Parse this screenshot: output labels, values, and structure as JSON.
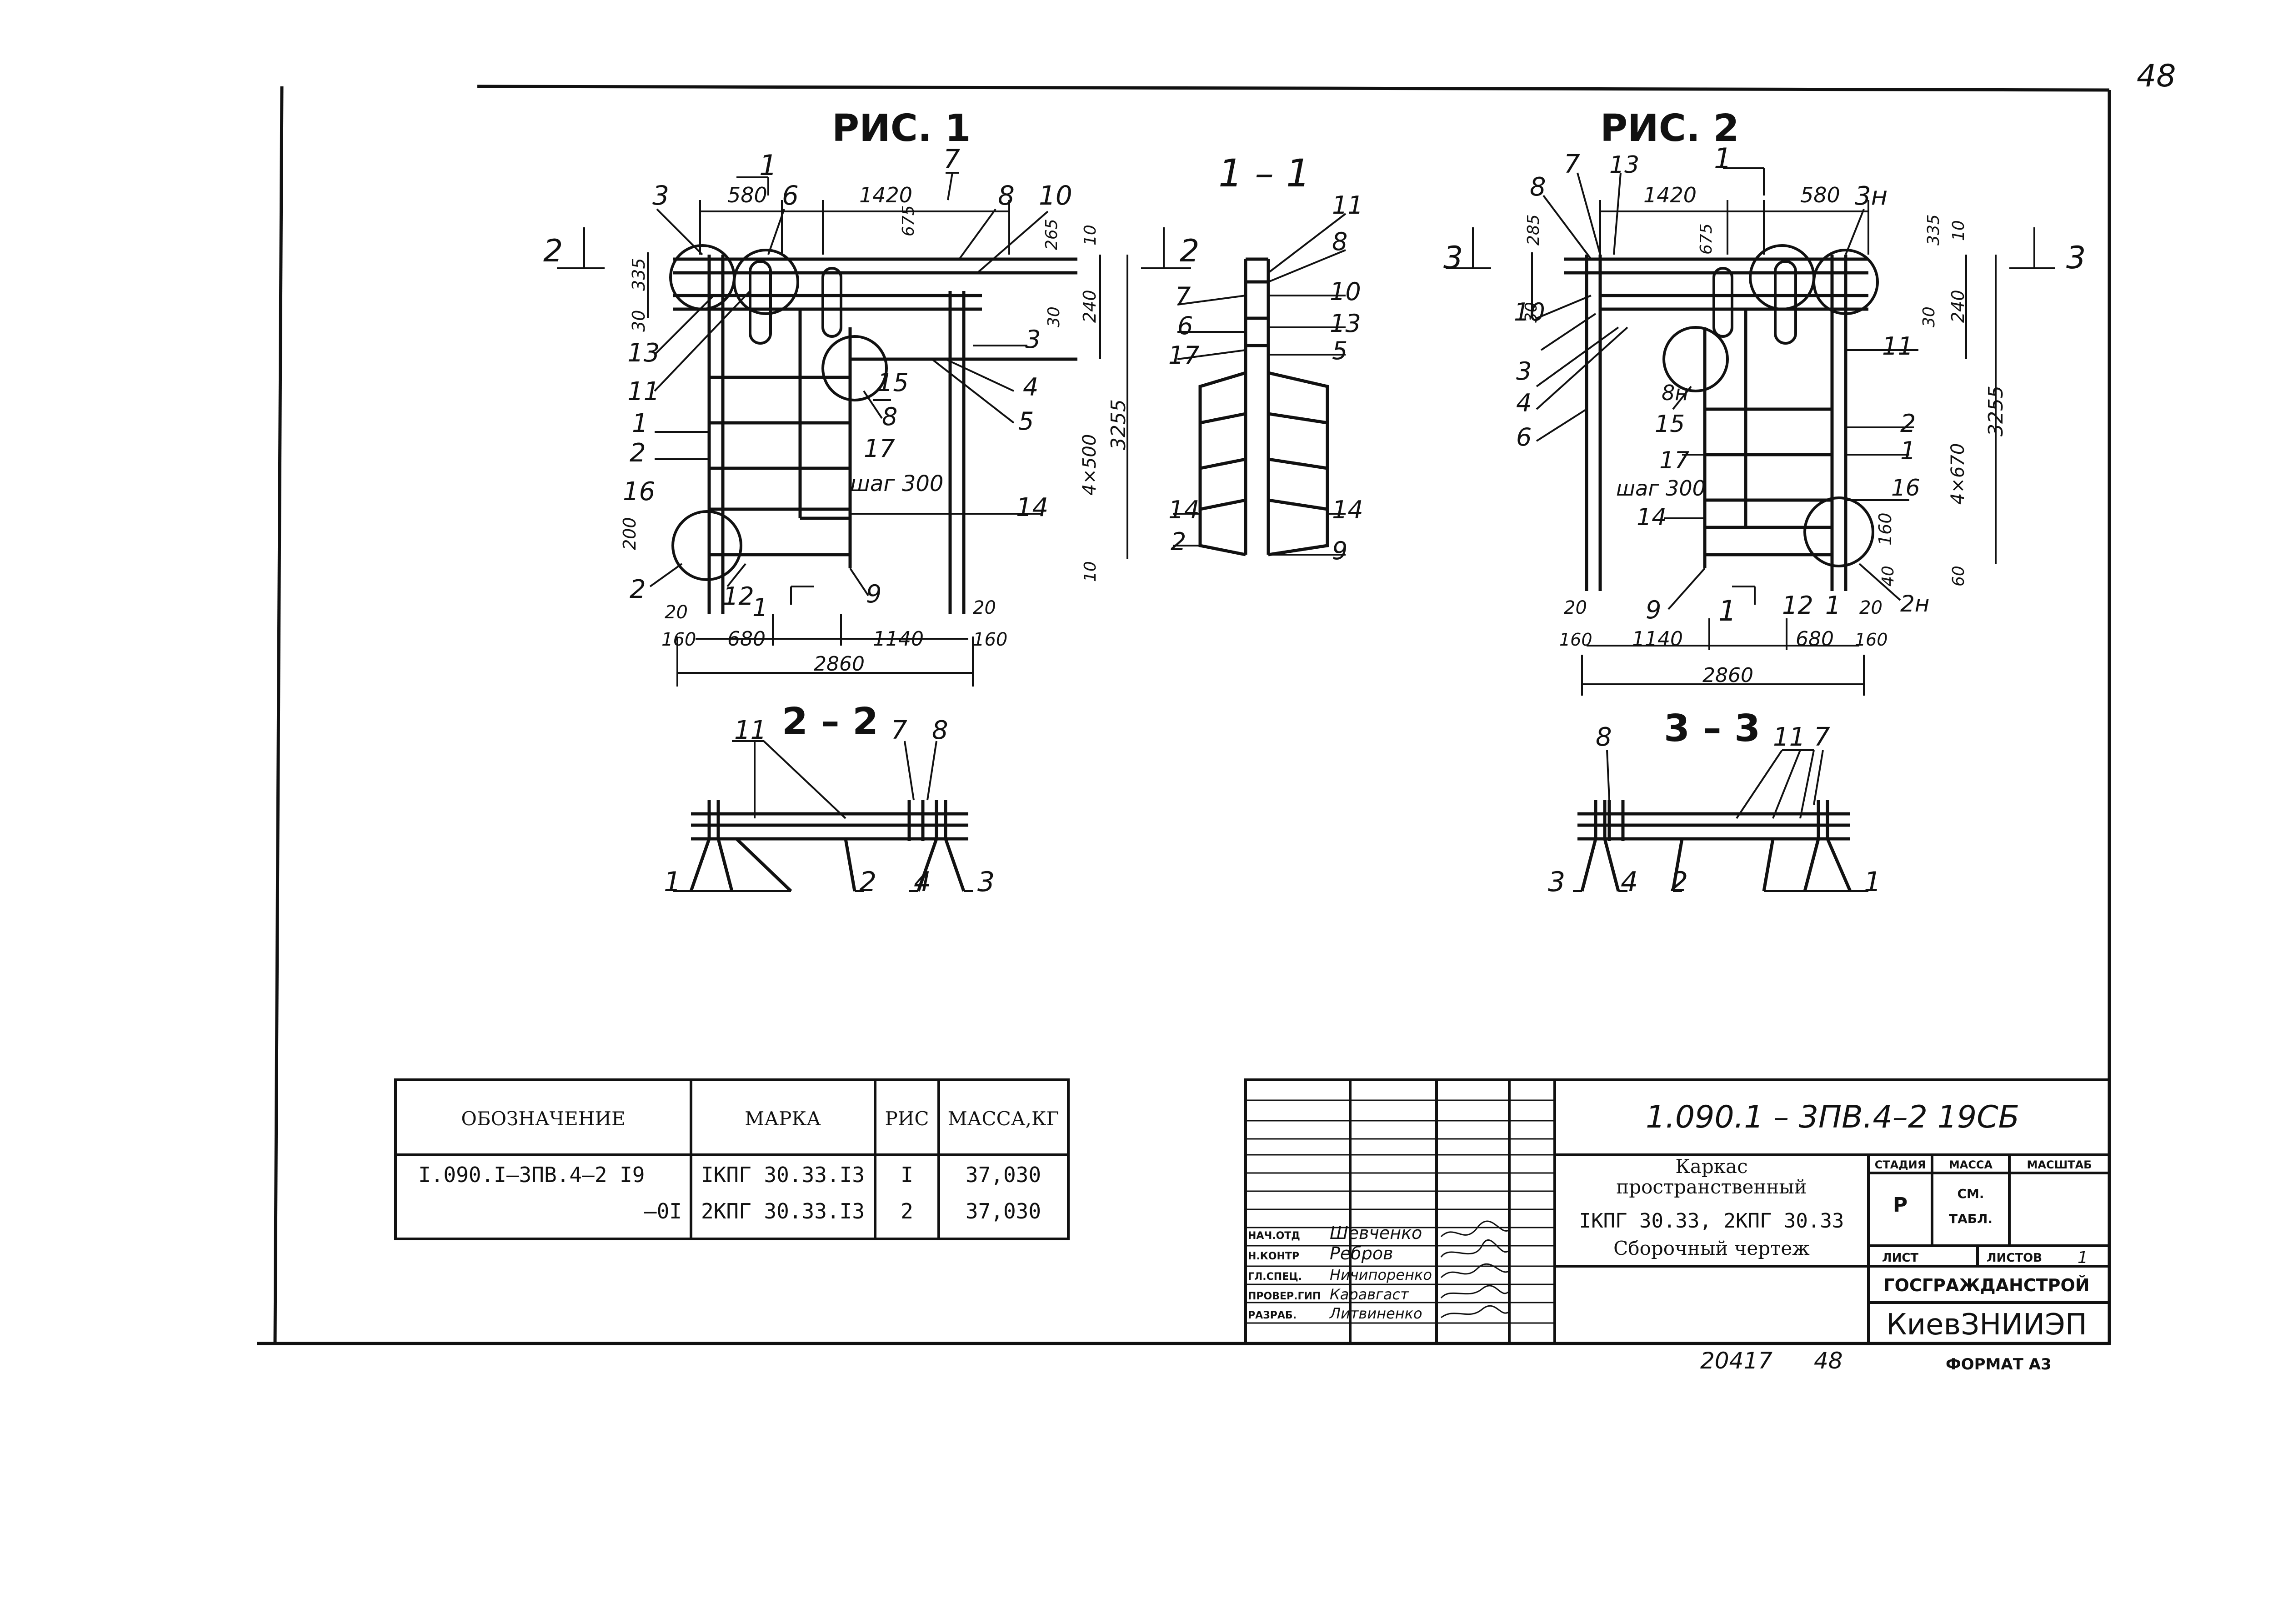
{
  "page": {
    "number": "48"
  },
  "fig1": {
    "title": "РИС. 1",
    "dims": [
      "580",
      "1420",
      "675",
      "265",
      "10",
      "335",
      "30",
      "30",
      "240",
      "3255",
      "4×500",
      "200",
      "10",
      "20",
      "160",
      "680",
      "1140",
      "20",
      "160",
      "2860"
    ],
    "callouts": [
      "1",
      "7",
      "3",
      "6",
      "8",
      "10",
      "2",
      "2",
      "13",
      "11",
      "1",
      "2",
      "16",
      "2",
      "15",
      "8",
      "17",
      "3",
      "4",
      "5",
      "14",
      "12",
      "1",
      "9"
    ],
    "step": "шаг 300"
  },
  "fig2": {
    "title": "РИС. 2",
    "dims": [
      "285",
      "1420",
      "675",
      "580",
      "335",
      "10",
      "30",
      "30",
      "240",
      "3255",
      "4×670",
      "160",
      "40",
      "60",
      "20",
      "160",
      "1140",
      "680",
      "20",
      "160",
      "2860"
    ],
    "callouts": [
      "8",
      "7",
      "13",
      "1",
      "3н",
      "3",
      "3",
      "10",
      "3",
      "4",
      "6",
      "8н",
      "15",
      "17",
      "14",
      "9",
      "1",
      "12",
      "1",
      "2н",
      "11",
      "2",
      "1",
      "16"
    ],
    "step": "шаг 300"
  },
  "section11": {
    "title": "1 – 1",
    "callouts": [
      "11",
      "8",
      "7",
      "10",
      "6",
      "13",
      "17",
      "5",
      "14",
      "14",
      "2",
      "9"
    ]
  },
  "section22": {
    "title": "2 – 2",
    "callouts": [
      "11",
      "7",
      "8",
      "1",
      "2",
      "4",
      "3"
    ]
  },
  "section33": {
    "title": "3 – 3",
    "callouts": [
      "8",
      "11",
      "7",
      "3",
      "4",
      "2",
      "1"
    ]
  },
  "spec_table": {
    "headers": [
      "ОБОЗНАЧЕНИЕ",
      "МАРКА",
      "РИС",
      "МАССА,КГ"
    ],
    "rows": [
      [
        "I.090.I–3ПВ.4–2 I9",
        "IКПГ 30.33.I3",
        "I",
        "37,030"
      ],
      [
        "–0I",
        "2КПГ 30.33.I3",
        "2",
        "37,030"
      ]
    ]
  },
  "title_block": {
    "code": "1.090.1 – 3ПВ.4–2  19СБ",
    "name_lines": [
      "Каркас",
      "пространственный",
      "IКПГ 30.33, 2КПГ 30.33",
      "Сборочный чертеж"
    ],
    "stage_header": "СТАДИЯ",
    "mass_header": "МАССА",
    "scale_header": "МАСШТАБ",
    "stage_value": "Р",
    "mass_value_1": "СМ.",
    "mass_value_2": "ТАБЛ.",
    "sheet_label": "ЛИСТ",
    "sheets_label": "ЛИСТОВ",
    "sheets_value": "1",
    "org_1": "ГОСГРАЖДАНСТРОЙ",
    "org_2": "КиевЗНИИЭП",
    "signatures": [
      {
        "role": "НАЧ.ОТД",
        "name": "Шевченко"
      },
      {
        "role": "Н.КОНТР",
        "name": "Ребров"
      },
      {
        "role": "ГЛ.СПЕЦ.",
        "name": "Ничипоренко"
      },
      {
        "role": "ПРОВЕР.ГИП",
        "name": "Каравгаст"
      },
      {
        "role": "РАЗРАБ.",
        "name": "Литвиненко"
      }
    ]
  },
  "footer": {
    "inventory": "20417",
    "page": "48",
    "format": "ФОРМАТ А3"
  }
}
